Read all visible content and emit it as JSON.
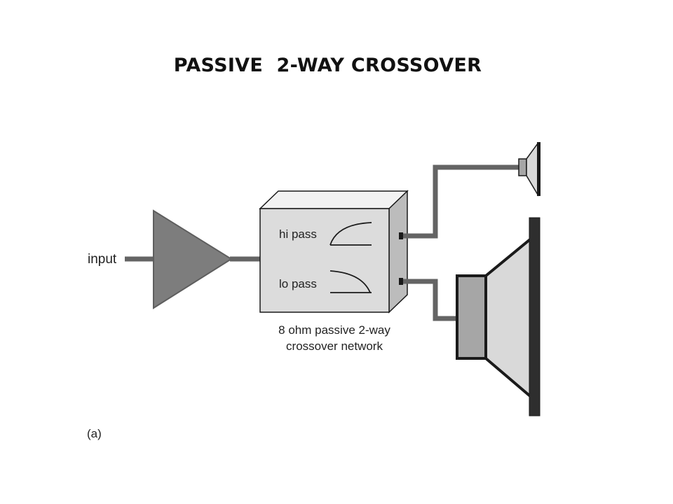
{
  "slide": {
    "title": "PASSIVE  2-WAY CROSSOVER"
  },
  "diagram": {
    "input_label": "input",
    "crossover": {
      "hi_pass_label": "hi pass",
      "lo_pass_label": "lo pass",
      "caption_line1": "8 ohm passive 2-way",
      "caption_line2": "crossover network"
    },
    "figure_label": "(a)"
  },
  "colors": {
    "wire": "#646464",
    "amplifier_fill": "#7d7d7d",
    "box_front": "#dcdcdc",
    "box_top": "#f2f2f2",
    "box_side": "#bcbcbc",
    "speaker_cone": "#d9d9d9",
    "speaker_magnet": "#a6a6a6",
    "outline": "#1a1a1a"
  }
}
